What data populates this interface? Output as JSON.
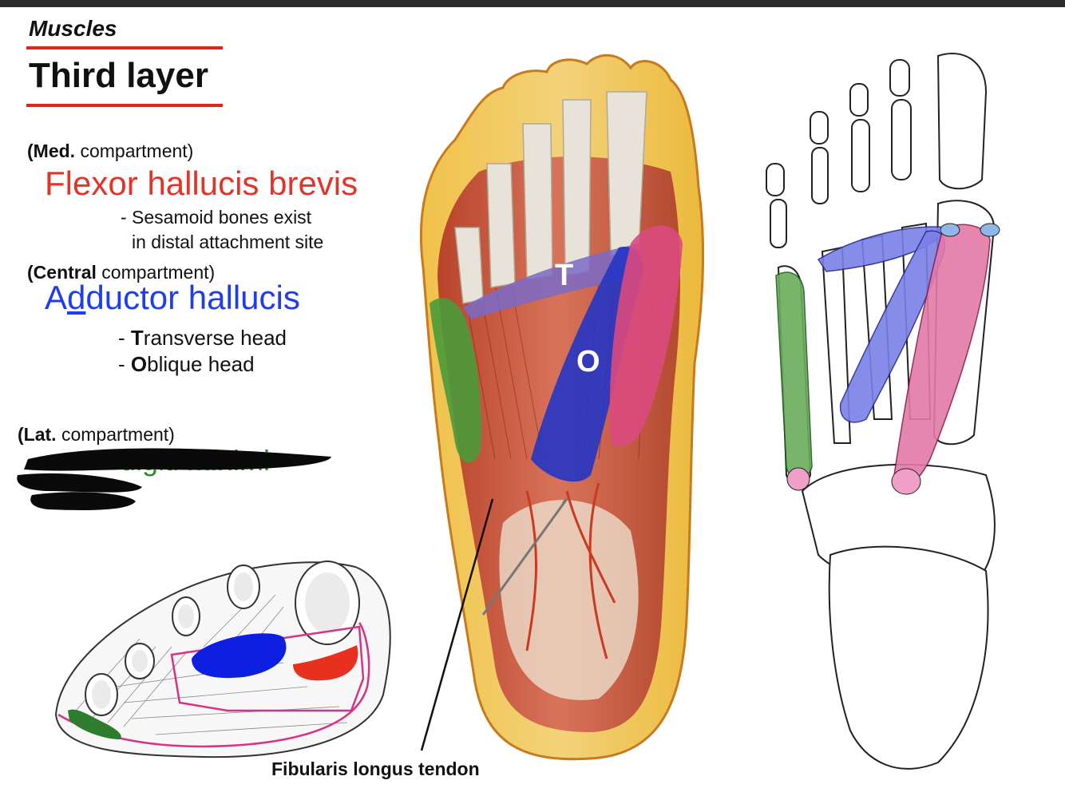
{
  "heading": {
    "kicker": "Muscles",
    "title": "Third layer"
  },
  "medial": {
    "compartment_bold": "Med.",
    "compartment_rest": " compartment)",
    "open_paren": "(",
    "close_paren": ")",
    "muscle": "Flexor hallucis brevis",
    "note_line1": "- Sesamoid bones exist",
    "note_line2": "in distal attachment site"
  },
  "central": {
    "open_paren": "(",
    "compartment_bold": "Central",
    "compartment_rest": " compartment)",
    "muscle_part1": "A",
    "muscle_underlined": "d",
    "muscle_part2": "ductor hallucis",
    "head1_dash": "- ",
    "head1_bold": "T",
    "head1_rest": "ransverse head",
    "head2_dash": "- ",
    "head2_bold": "O",
    "head2_rest": "blique head"
  },
  "lateral": {
    "open_paren": "(",
    "compartment_bold": "Lat.",
    "compartment_rest": " compartment)",
    "muscle_visible_fragment": "digiti minimi"
  },
  "figure_labels": {
    "transverse": "T",
    "oblique": "O",
    "tendon_caption": "Fibularis longus tendon"
  },
  "colors": {
    "red": "#e3342a",
    "blue": "#1f3cf0",
    "green": "#2e8b2e",
    "muscle_pink": "#d94a7e",
    "muscle_blue": "#5060d8",
    "muscle_green": "#4a9a3a",
    "accent_line": "#e1251b"
  }
}
